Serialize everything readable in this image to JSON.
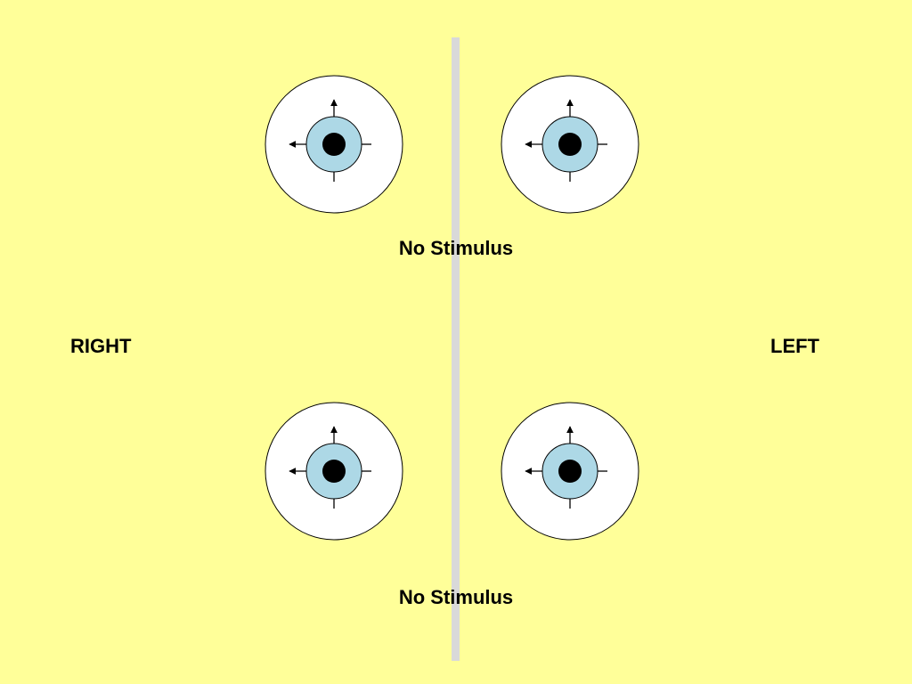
{
  "labels": {
    "top_caption": "No Stimulus",
    "bottom_caption": "No Stimulus",
    "right_side": "RIGHT",
    "left_side": "LEFT"
  },
  "colors": {
    "background": "#ffff99",
    "divider": "#d9d9d9",
    "sclera": "#ffffff",
    "iris": "#add8e6",
    "pupil": "#000000",
    "outline": "#000000"
  },
  "eyes": [
    {
      "name": "eye-top-right-side",
      "arrows": [
        "up",
        "left"
      ]
    },
    {
      "name": "eye-top-left-side",
      "arrows": [
        "up",
        "left"
      ]
    },
    {
      "name": "eye-bottom-right-side",
      "arrows": [
        "up",
        "left"
      ]
    },
    {
      "name": "eye-bottom-left-side",
      "arrows": [
        "up",
        "left"
      ]
    }
  ]
}
